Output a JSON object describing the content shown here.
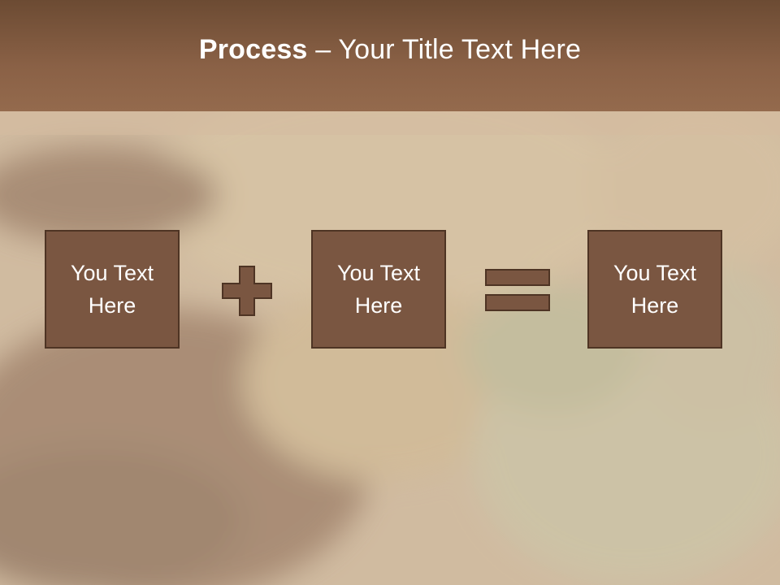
{
  "slide": {
    "title_bold": "Process",
    "title_rest": " – Your Title Text Here"
  },
  "process": {
    "box1": "You Text Here",
    "operator1_icon": "plus-icon",
    "box2": "You Text Here",
    "operator2_icon": "equals-icon",
    "box3": "You Text Here"
  },
  "colors": {
    "header": "#8a6146",
    "box_fill": "#7a5641",
    "box_border": "#4e3424",
    "operator_fill": "#7a5641"
  }
}
